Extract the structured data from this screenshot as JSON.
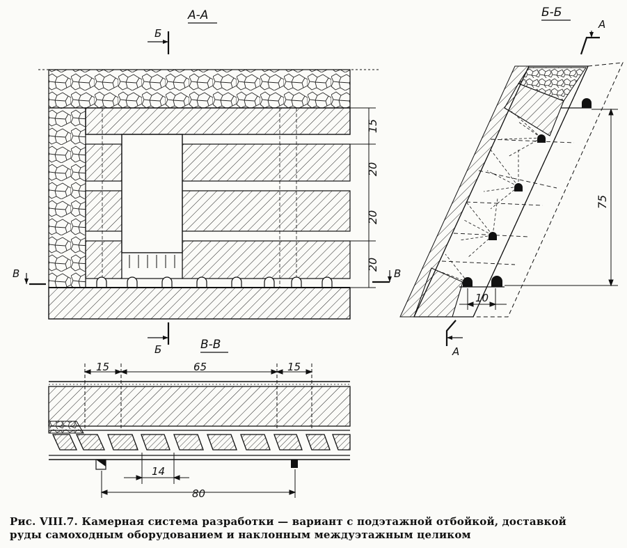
{
  "sections": {
    "aa": "А-А",
    "bb": "Б-Б",
    "vv": "В-В"
  },
  "markers": {
    "b_top": "Б",
    "b_bottom": "Б",
    "v_left": "В",
    "v_right": "В",
    "a_top": "А",
    "a_bottom": "А"
  },
  "dimensions": {
    "aa_vertical": [
      "15",
      "20",
      "20",
      "20"
    ],
    "bb_height": "75",
    "bb_width": "10",
    "vv_top": [
      "15",
      "65",
      "15"
    ],
    "vv_spacing": "14",
    "vv_total": "80"
  },
  "caption": {
    "line1": "Рис. VIII.7. Камерная система разработки — вариант с подэтажной отбойкой, доставкой",
    "line2": "руды самоходным оборудованием и наклонным междуэтажным целиком"
  }
}
